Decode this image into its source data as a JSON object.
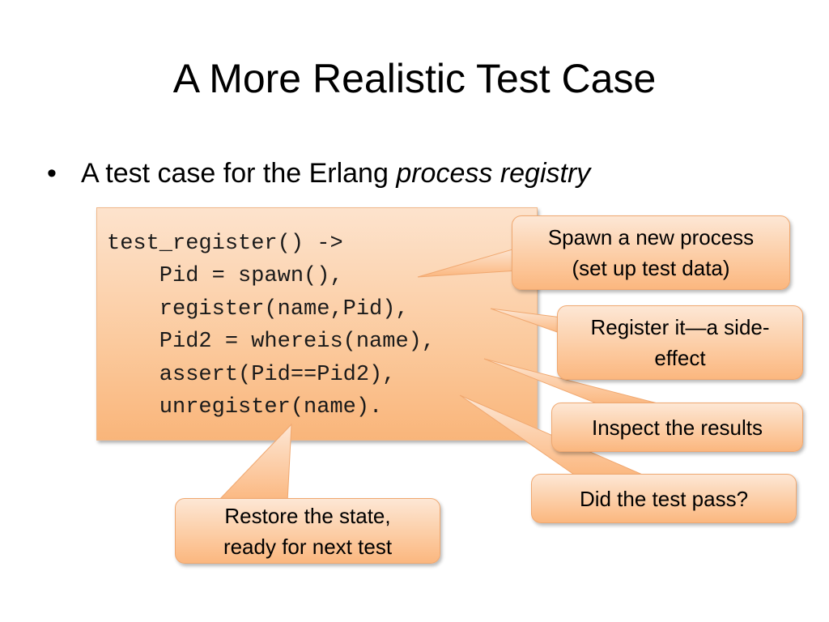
{
  "slide": {
    "title": "A More Realistic Test Case",
    "bullet": {
      "marker": "•",
      "text_plain": "A test case for the Erlang ",
      "text_italic": "process registry"
    },
    "code": {
      "lines": [
        "test_register() ->",
        "    Pid = spawn(),",
        "    register(name,Pid),",
        "    Pid2 = whereis(name),",
        "    assert(Pid==Pid2),",
        "    unregister(name)."
      ]
    },
    "callouts": {
      "spawn": {
        "line1": "Spawn a new process",
        "line2": "(set up test data)"
      },
      "register": {
        "line1": "Register it—a side-",
        "line2": "effect"
      },
      "inspect": {
        "line1": "Inspect the results"
      },
      "pass": {
        "line1": "Did the test pass?"
      },
      "restore": {
        "line1": "Restore the state,",
        "line2": "ready for next test"
      }
    },
    "colors": {
      "callout_fill_top": "#fde7d5",
      "callout_fill_bottom": "#fbb77f",
      "callout_border": "#f0a870",
      "code_fill_top": "#fde3cd",
      "code_fill_bottom": "#f9b57a"
    }
  }
}
